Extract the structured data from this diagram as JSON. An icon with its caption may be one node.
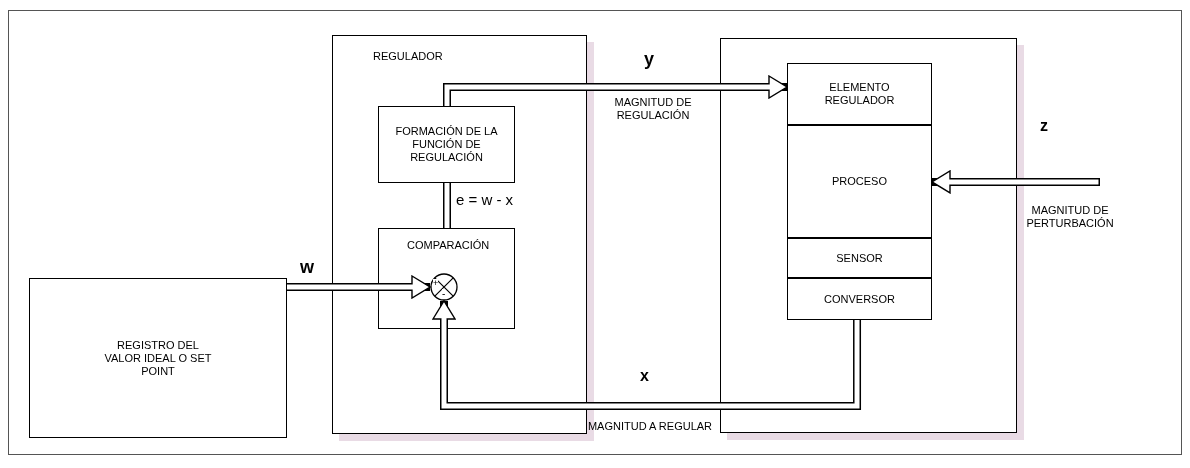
{
  "diagram": {
    "nodes": [
      {
        "text": [
          "REGISTRO DEL VALOR IDEAL O SET POINT"
        ]
      },
      {
        "text": [
          "REGULADOR"
        ]
      },
      {
        "text": [
          "FORMACIÓN DE LA FUNCIÓN DE REGULACIÓN"
        ],
        "in": 1
      },
      {
        "text": [
          "COMPARACIÓN"
        ],
        "in": 1
      },
      {
        "text": [
          "+",
          "-"
        ],
        "in": 3
      },
      {
        "text": [],
        "shape": "box"
      },
      {
        "text": [
          "ELEMENTO REGULADOR"
        ],
        "in": 5
      },
      {
        "text": [
          "PROCESO"
        ],
        "in": 5
      },
      {
        "text": [
          "SENSOR"
        ],
        "in": 5
      },
      {
        "text": [
          "CONVERSOR"
        ],
        "in": 5
      }
    ],
    "edges": [
      {
        "from": 0,
        "to": 4,
        "arrow": "to",
        "label": "w"
      },
      {
        "from": 2,
        "to": 6,
        "arrow": "to",
        "label": "y"
      },
      {
        "from": 3,
        "to": 2,
        "arrow": "none",
        "label": "e = w - x"
      },
      {
        "from": 9,
        "to": 4,
        "arrow": "to",
        "label": "x"
      },
      {
        "from": null,
        "to": 7,
        "arrow": "to",
        "label": "z"
      }
    ],
    "labels": [
      "MAGNITUD DE REGULACIÓN",
      "MAGNITUD DE PERTURBACIÓN",
      "MAGNITUD A REGULAR"
    ]
  }
}
